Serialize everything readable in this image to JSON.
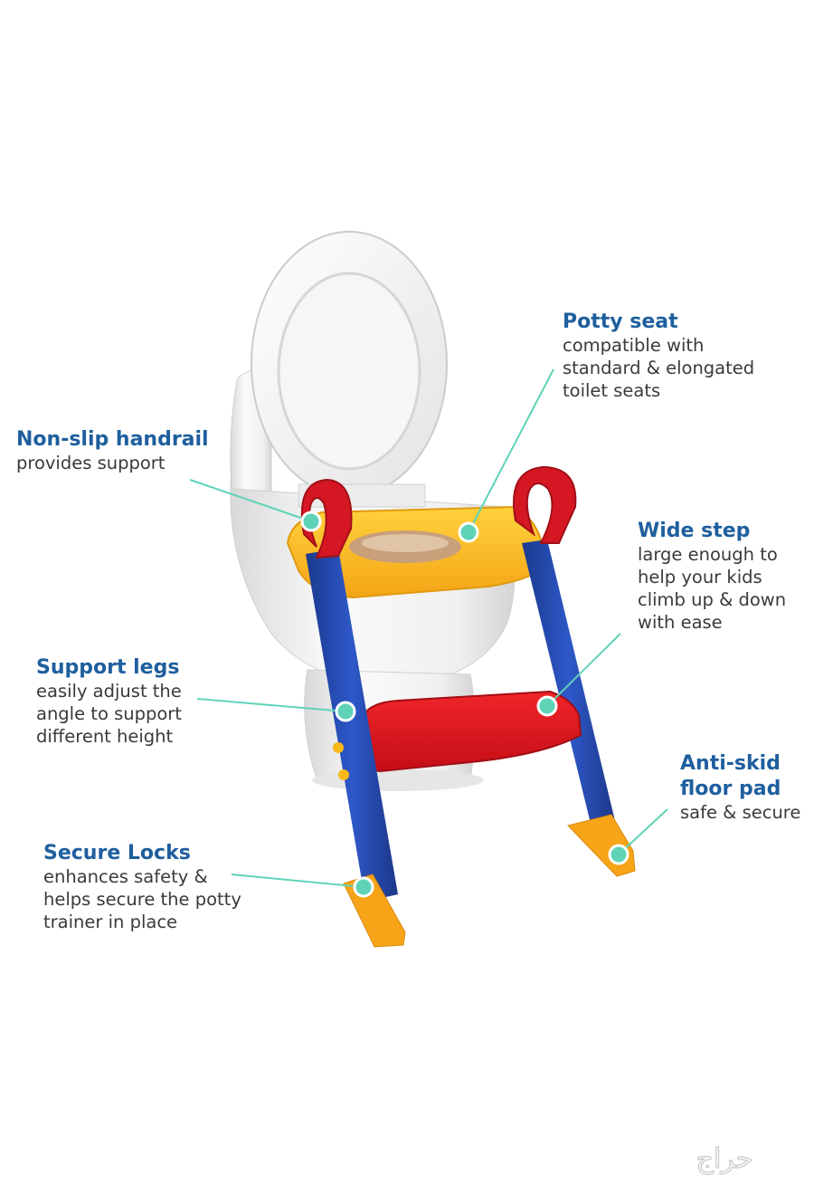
{
  "callouts": {
    "potty_seat": {
      "title": "Potty seat",
      "desc": "compatible with\nstandard & elongated\ntoilet seats"
    },
    "handrail": {
      "title": "Non-slip handrail",
      "desc": "provides support"
    },
    "wide_step": {
      "title": "Wide step",
      "desc": "large enough to\nhelp your kids\nclimb up & down\nwith ease"
    },
    "support_legs": {
      "title": "Support legs",
      "desc": "easily adjust the\nangle to support\ndifferent height"
    },
    "anti_skid": {
      "title": "Anti-skid\nfloor pad",
      "desc": "safe & secure"
    },
    "secure_locks": {
      "title": "Secure Locks",
      "desc": "enhances safety &\nhelps secure the potty\ntrainer in place"
    }
  },
  "colors": {
    "title": "#1f5f9e",
    "text": "#3a3a3a",
    "pointer": "#5fd3b8",
    "frame_blue": "#2447a8",
    "seat_yellow": "#f8b81c",
    "step_red": "#e0121c",
    "foot_orange": "#f7a418",
    "toilet_white": "#f2f2f2"
  },
  "watermark": {
    "text": "حراج"
  }
}
